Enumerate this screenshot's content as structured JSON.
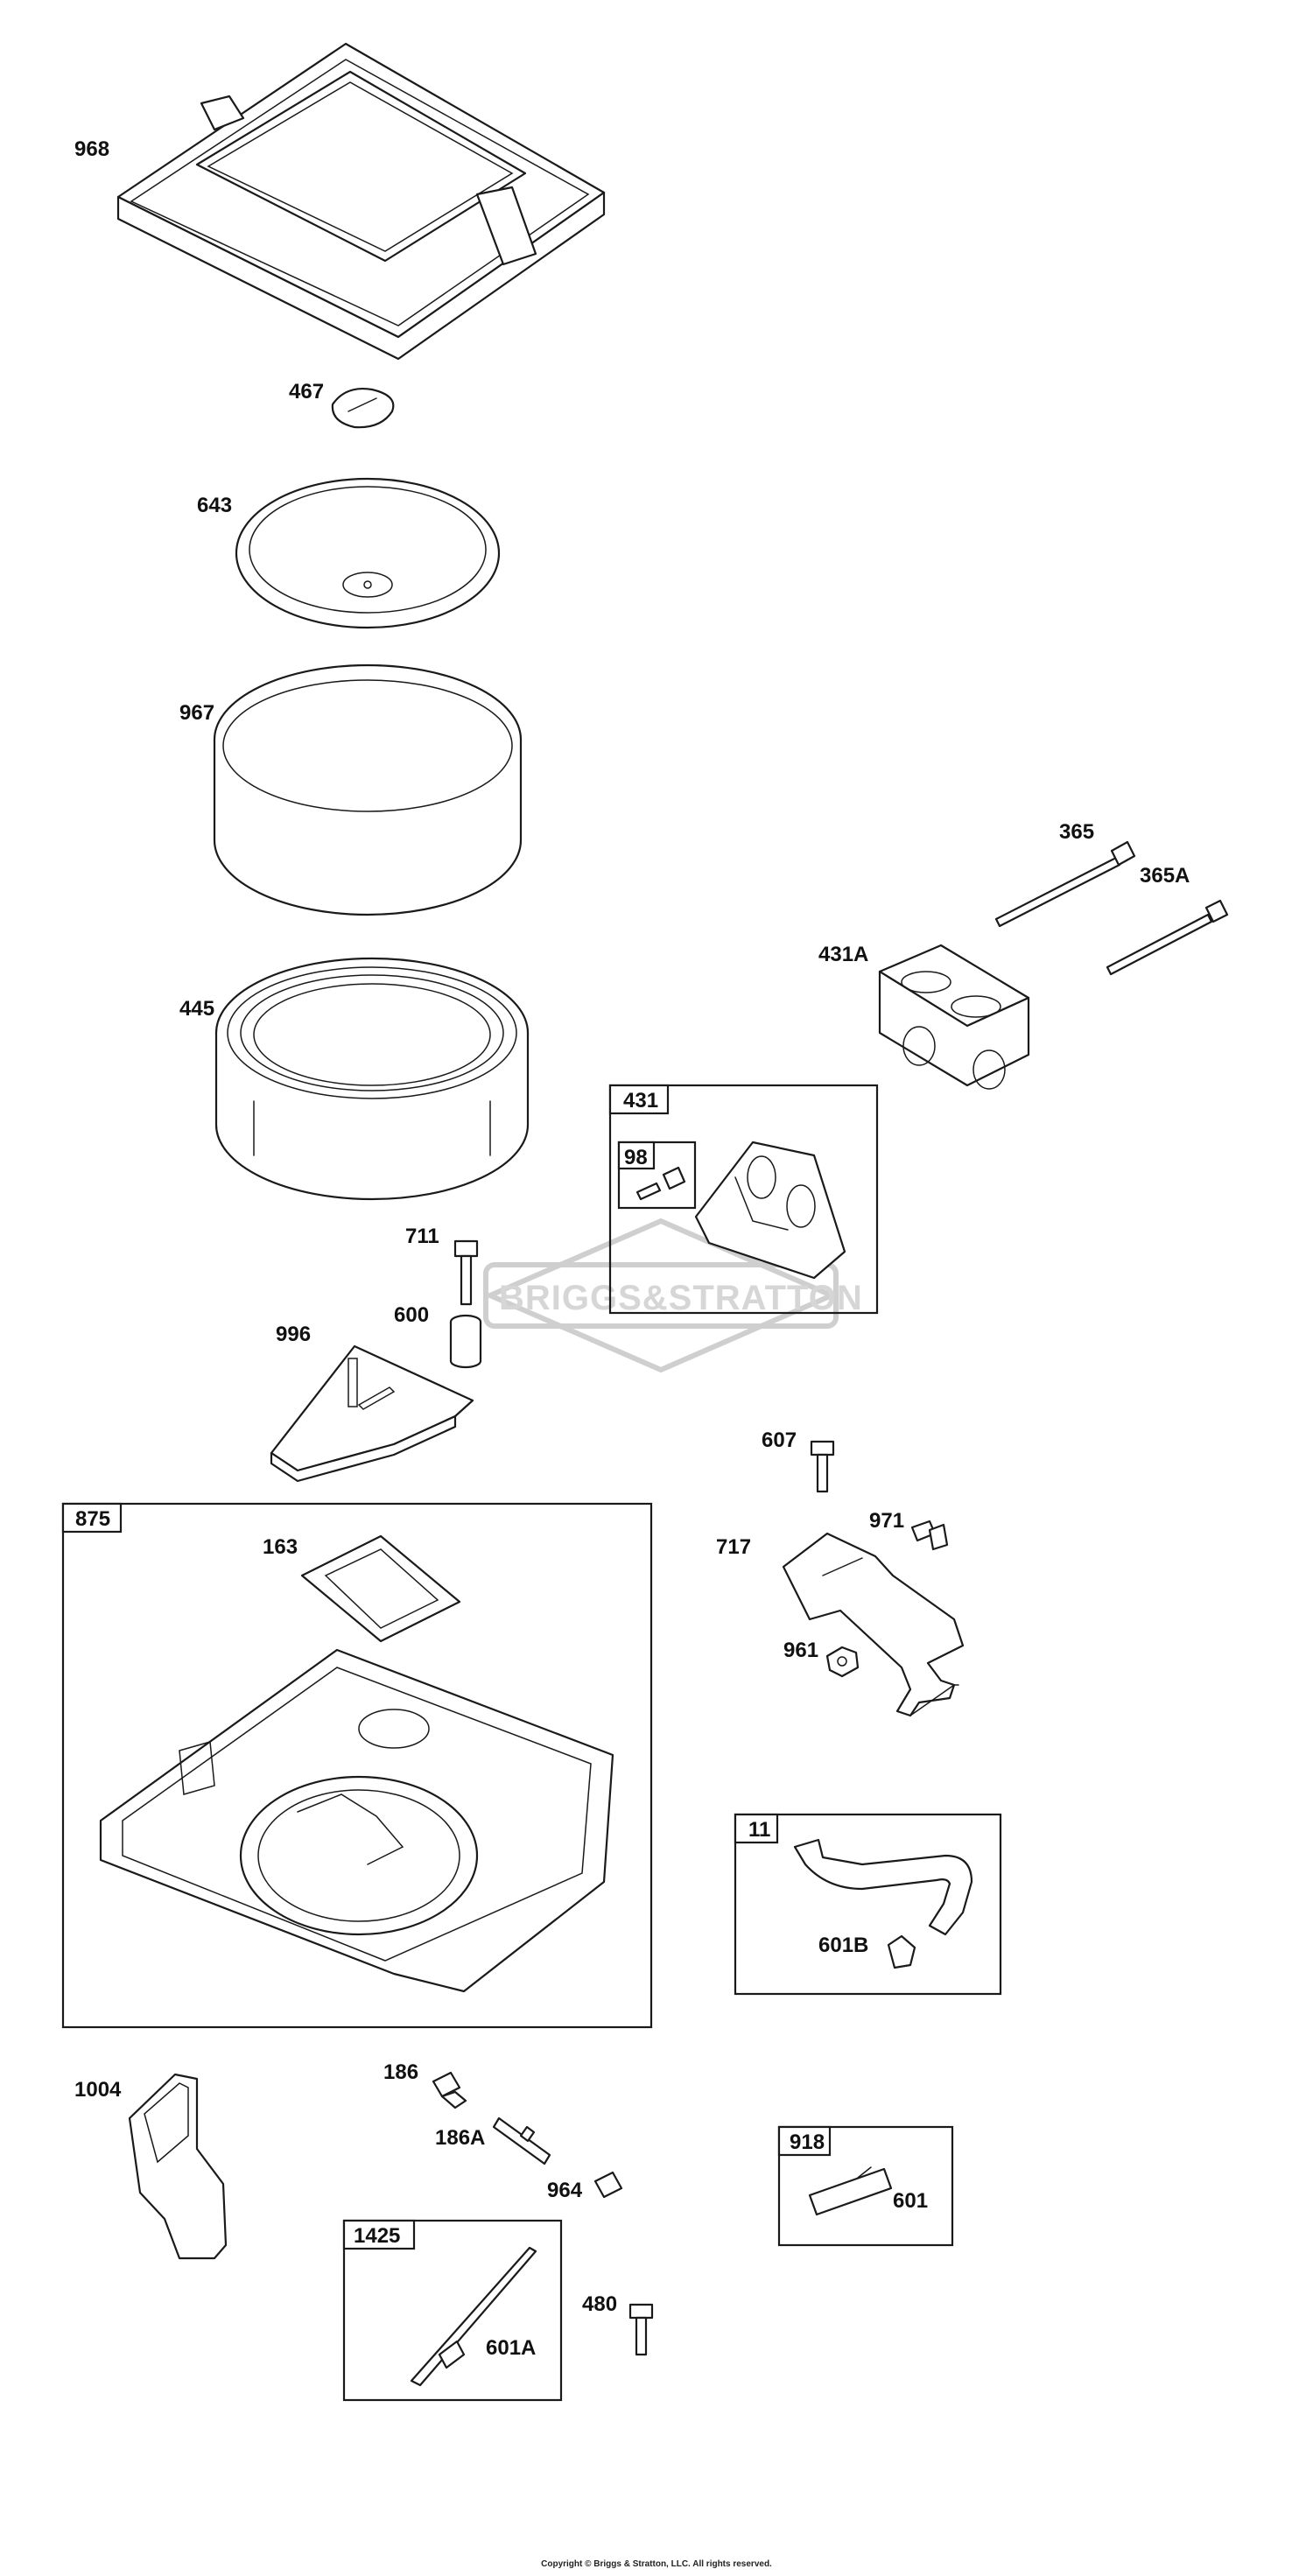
{
  "watermark": "BRIGGS&STRATTON",
  "copyright": "Copyright © Briggs & Stratton, LLC. All rights reserved.",
  "callouts": {
    "p968": "968",
    "p467": "467",
    "p643": "643",
    "p967": "967",
    "p445": "445",
    "p711": "711",
    "p600": "600",
    "p996": "996",
    "p365": "365",
    "p365a": "365A",
    "p431a": "431A",
    "p431": "431",
    "p98": "98",
    "p607": "607",
    "p971": "971",
    "p717": "717",
    "p961": "961",
    "p875": "875",
    "p163": "163",
    "p11": "11",
    "p601b": "601B",
    "p1004": "1004",
    "p186": "186",
    "p186a": "186A",
    "p964": "964",
    "p918": "918",
    "p601": "601",
    "p1425": "1425",
    "p601a": "601A",
    "p480": "480"
  }
}
